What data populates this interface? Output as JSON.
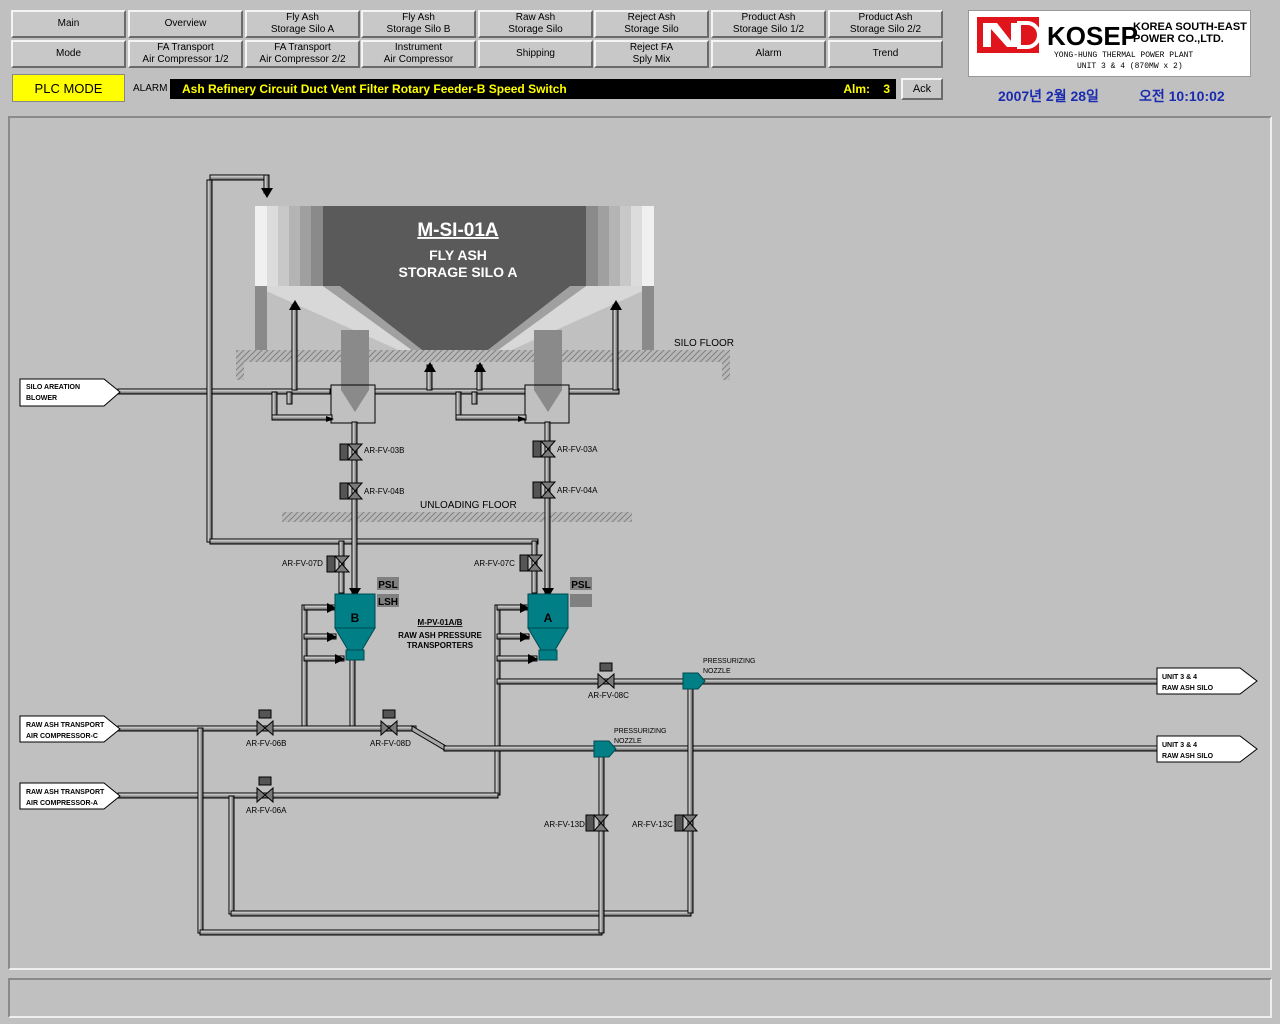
{
  "nav": {
    "row1": [
      {
        "l1": "Main",
        "l2": ""
      },
      {
        "l1": "Overview",
        "l2": ""
      },
      {
        "l1": "Fly Ash",
        "l2": "Storage Silo A"
      },
      {
        "l1": "Fly Ash",
        "l2": "Storage Silo B"
      },
      {
        "l1": "Raw Ash",
        "l2": "Storage Silo"
      },
      {
        "l1": "Reject Ash",
        "l2": "Storage Silo"
      },
      {
        "l1": "Product Ash",
        "l2": "Storage Silo 1/2"
      },
      {
        "l1": "Product Ash",
        "l2": "Storage Silo 2/2"
      }
    ],
    "row2": [
      {
        "l1": "Mode",
        "l2": ""
      },
      {
        "l1": "FA Transport",
        "l2": "Air Compressor 1/2"
      },
      {
        "l1": "FA Transport",
        "l2": "Air Compressor 2/2"
      },
      {
        "l1": "Instrument",
        "l2": "Air Compressor"
      },
      {
        "l1": "Shipping",
        "l2": ""
      },
      {
        "l1": "Reject FA",
        "l2": "Sply Mix"
      },
      {
        "l1": "Alarm",
        "l2": ""
      },
      {
        "l1": "Trend",
        "l2": ""
      }
    ]
  },
  "status": {
    "plc_mode": "PLC MODE",
    "alarm_label": "ALARM",
    "alarm_text": "Ash Refinery Circuit Duct Vent Filter Rotary Feeder-B Speed Switch",
    "alm_label": "Alm:",
    "alm_count": "3",
    "ack": "Ack"
  },
  "logo": {
    "brand": "KOSEP",
    "company_line1": "KOREA SOUTH-EAST",
    "company_line2": "POWER CO.,LTD.",
    "plant": "YONG-HUNG THERMAL POWER PLANT",
    "unit": "UNIT 3 & 4 (870MW x 2)"
  },
  "datetime": {
    "date": "2007년 2월 28일",
    "time": "오전 10:10:02"
  },
  "colors": {
    "yellow": "#ffff00",
    "teal": "#00808a",
    "date_blue": "#1a2bb0"
  },
  "diagram": {
    "silo_id": "M-SI-01A",
    "silo_name1": "FLY ASH",
    "silo_name2": "STORAGE SILO A",
    "silo_floor": "SILO FLOOR",
    "unloading_floor": "UNLOADING FLOOR",
    "silo_aeration_1": "SILO AREATION",
    "silo_aeration_2": "BLOWER",
    "comp_c_1": "RAW ASH TRANSPORT",
    "comp_c_2": "AIR COMPRESSOR-C",
    "comp_a_1": "RAW ASH TRANSPORT",
    "comp_a_2": "AIR COMPRESSOR-A",
    "unit_silo_1": "UNIT 3 & 4",
    "unit_silo_2": "RAW ASH SILO",
    "pv_id": "M-PV-01A/B",
    "pv_name1": "RAW ASH PRESSURE",
    "pv_name2": "TRANSPORTERS",
    "tank_b": "B",
    "tank_a": "A",
    "psl": "PSL",
    "lsh": "LSH",
    "nozzle_1": "PRESSURIZING",
    "nozzle_2": "NOZZLE",
    "valves": {
      "v03b": "AR-FV-03B",
      "v04b": "AR-FV-04B",
      "v03a": "AR-FV-03A",
      "v04a": "AR-FV-04A",
      "v07d": "AR-FV-07D",
      "v07c": "AR-FV-07C",
      "v08c": "AR-FV-08C",
      "v06b": "AR-FV-06B",
      "v08d": "AR-FV-08D",
      "v06a": "AR-FV-06A",
      "v13d": "AR-FV-13D",
      "v13c": "AR-FV-13C"
    }
  }
}
